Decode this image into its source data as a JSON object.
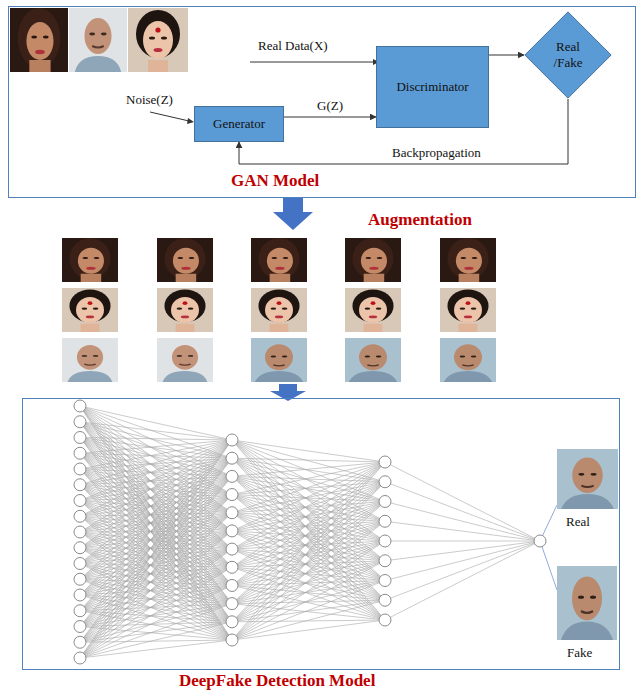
{
  "diagram": {
    "nodes": [
      {
        "text": [
          "GAN Model"
        ]
      },
      {
        "text": [
          "Generator"
        ],
        "in": 0
      },
      {
        "text": [
          "Discriminator"
        ],
        "in": 0
      },
      {
        "text": [
          "Real /Fake"
        ],
        "in": 0
      },
      {
        "text": [
          "DeepFake Detection Model"
        ]
      }
    ],
    "edges": [
      {
        "from": 1,
        "to": 2,
        "arrow": "to",
        "label": "G(Z)"
      },
      {
        "from": 2,
        "to": 3,
        "arrow": "to"
      },
      {
        "from": 3,
        "to": 1,
        "arrow": "to",
        "label": "Backpropagation"
      }
    ],
    "labels": [
      "Real Data(X)",
      "Noise(Z)",
      "Augmentation",
      "Real",
      "Fake"
    ]
  }
}
